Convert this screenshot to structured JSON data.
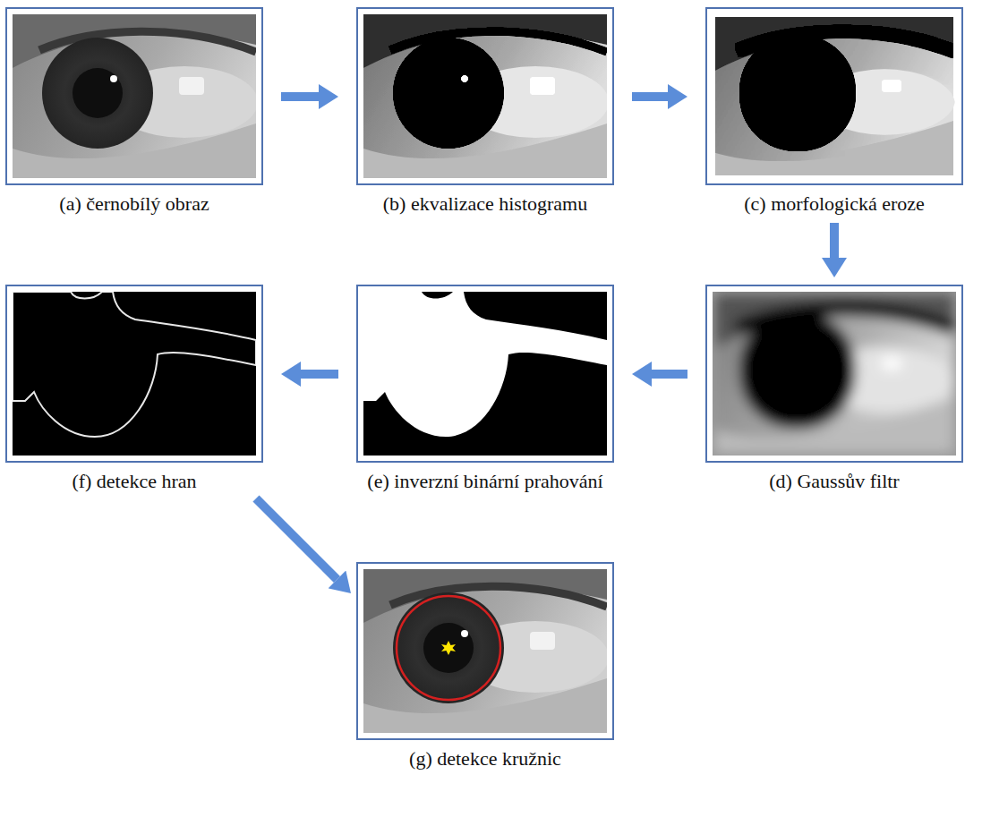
{
  "diagram": {
    "nodes": [
      {
        "text": [
          "(a) černobílý obraz"
        ]
      },
      {
        "text": [
          "(b) ekvalizace histogramu"
        ]
      },
      {
        "text": [
          "(c) morfologická eroze"
        ]
      },
      {
        "text": [
          "(d) Gaussův filtr"
        ]
      },
      {
        "text": [
          "(e) inverzní binární prahování"
        ]
      },
      {
        "text": [
          "(f) detekce hran"
        ]
      },
      {
        "text": [
          "(g) detekce kružnic"
        ]
      }
    ],
    "edges": [
      {
        "from": 0,
        "to": 1,
        "arrow": "to"
      },
      {
        "from": 1,
        "to": 2,
        "arrow": "to"
      },
      {
        "from": 2,
        "to": 3,
        "arrow": "to"
      },
      {
        "from": 3,
        "to": 4,
        "arrow": "to"
      },
      {
        "from": 4,
        "to": 5,
        "arrow": "to"
      },
      {
        "from": 5,
        "to": 6,
        "arrow": "to"
      }
    ]
  }
}
